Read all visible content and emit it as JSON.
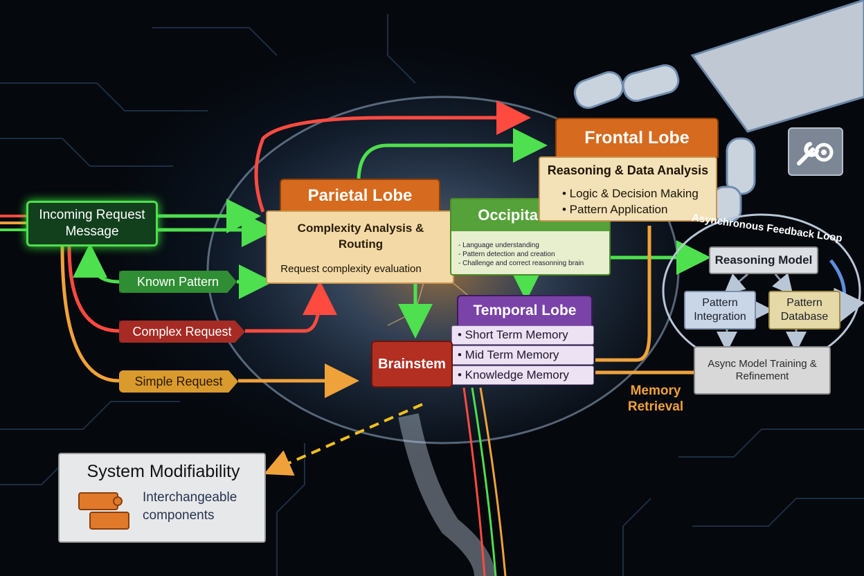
{
  "incoming": {
    "label": "Incoming Request Message"
  },
  "routes": {
    "known": "Known Pattern",
    "complex": "Complex Request",
    "simple": "Simple Request"
  },
  "parietal": {
    "title": "Parietal Lobe",
    "subtitle": "Complexity Analysis & Routing",
    "detail": "Request complexity evaluation"
  },
  "occipital": {
    "title": "Occipital Lobe",
    "items": [
      "- Language understanding",
      "- Pattern detection and creation",
      "- Challenge and correct reasonning brain"
    ]
  },
  "frontal": {
    "title": "Frontal Lobe",
    "subtitle": "Reasoning & Data Analysis",
    "items": [
      "• Logic & Decision Making",
      "• Pattern Application"
    ]
  },
  "temporal": {
    "title": "Temporal Lobe",
    "items": [
      "• Short Term Memory",
      "• Mid Term Memory",
      "• Knowledge Memory"
    ]
  },
  "brainstem": {
    "title": "Brainstem"
  },
  "right": {
    "feedback_loop": "Asynchronous Feedback Loop",
    "reasoning_model": "Reasoning Model",
    "pattern_integration": "Pattern Integration",
    "pattern_database": "Pattern Database",
    "async_training": "Async Model Training & Refinement",
    "memory_retrieval": "Memory Retrieval"
  },
  "system_modifiability": {
    "title": "System Modifiability",
    "text": "Interchangeable components"
  },
  "icons": {
    "tools": "wrench-gear-icon",
    "puzzle": "puzzle-pieces-icon",
    "robot": "robot-hand",
    "brain": "brain"
  },
  "colors": {
    "green": "#4ee04e",
    "red": "#ff4a40",
    "orange": "#f0a23a",
    "purple": "#7a43a8",
    "frontal": "#d66a1e"
  }
}
